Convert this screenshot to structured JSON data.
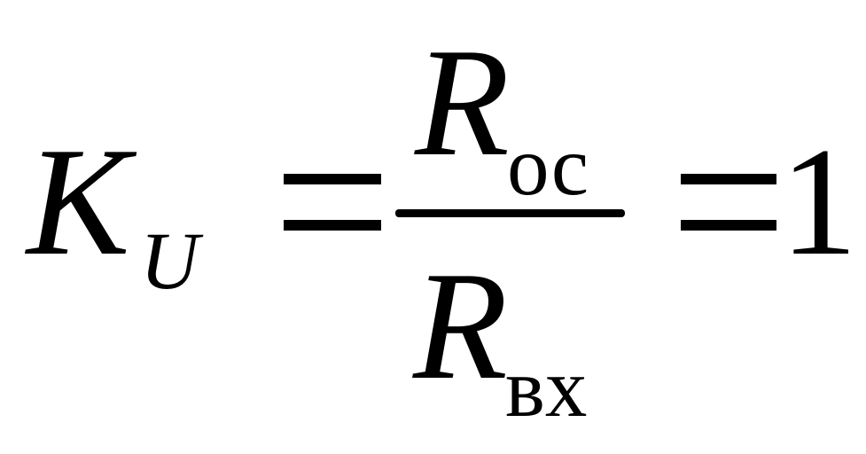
{
  "formula": {
    "lhs_symbol": "K",
    "lhs_subscript": "U",
    "equals_1": "=",
    "numerator_symbol": "R",
    "numerator_subscript": "ос",
    "denominator_symbol": "R",
    "denominator_subscript": "вх",
    "equals_2": "=",
    "result": "1"
  }
}
